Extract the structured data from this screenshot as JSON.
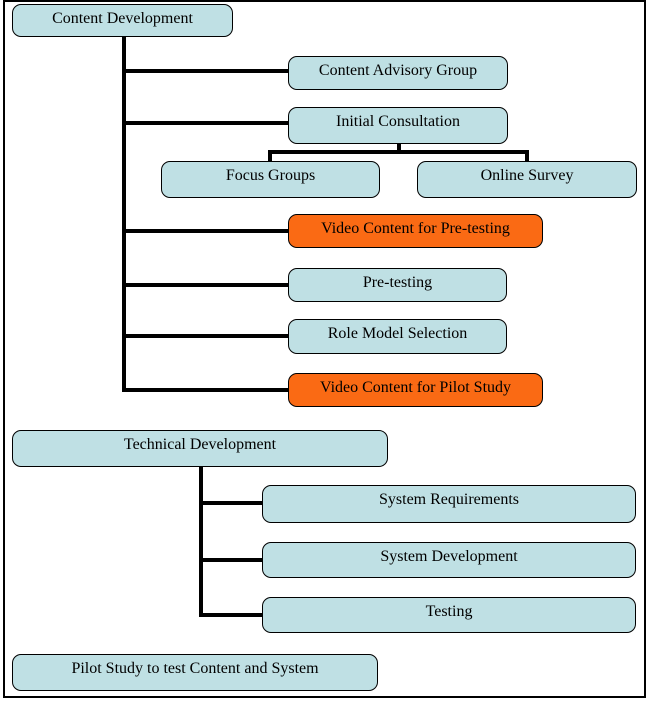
{
  "diagram": {
    "type": "flowchart",
    "background": "#ffffff",
    "colors": {
      "node_fill": "#bfe0e4",
      "highlight_fill": "#fa6a14",
      "node_border": "#000000",
      "connector": "#000000"
    },
    "nodes": [
      {
        "id": "content-development",
        "label": "Content Development",
        "variant": "default"
      },
      {
        "id": "content-advisory-group",
        "label": "Content Advisory Group",
        "variant": "default"
      },
      {
        "id": "initial-consultation",
        "label": "Initial Consultation",
        "variant": "default"
      },
      {
        "id": "focus-groups",
        "label": "Focus Groups",
        "variant": "default"
      },
      {
        "id": "online-survey",
        "label": "Online Survey",
        "variant": "default"
      },
      {
        "id": "video-content-for-pre-testing",
        "label": "Video Content for Pre-testing",
        "variant": "highlight"
      },
      {
        "id": "pre-testing",
        "label": "Pre-testing",
        "variant": "default"
      },
      {
        "id": "role-model-selection",
        "label": "Role Model Selection",
        "variant": "default"
      },
      {
        "id": "video-content-for-pilot-study",
        "label": "Video Content for Pilot Study",
        "variant": "highlight"
      },
      {
        "id": "technical-development",
        "label": "Technical Development",
        "variant": "default"
      },
      {
        "id": "system-requirements",
        "label": "System Requirements",
        "variant": "default"
      },
      {
        "id": "system-development",
        "label": "System Development",
        "variant": "default"
      },
      {
        "id": "testing",
        "label": "Testing",
        "variant": "default"
      },
      {
        "id": "pilot-study",
        "label": "Pilot Study to test Content and System",
        "variant": "default"
      }
    ],
    "edges": [
      {
        "from": "content-development",
        "to": "content-advisory-group"
      },
      {
        "from": "content-development",
        "to": "initial-consultation"
      },
      {
        "from": "initial-consultation",
        "to": "focus-groups"
      },
      {
        "from": "initial-consultation",
        "to": "online-survey"
      },
      {
        "from": "content-development",
        "to": "video-content-for-pre-testing"
      },
      {
        "from": "content-development",
        "to": "pre-testing"
      },
      {
        "from": "content-development",
        "to": "role-model-selection"
      },
      {
        "from": "content-development",
        "to": "video-content-for-pilot-study"
      },
      {
        "from": "technical-development",
        "to": "system-requirements"
      },
      {
        "from": "technical-development",
        "to": "system-development"
      },
      {
        "from": "technical-development",
        "to": "testing"
      }
    ]
  }
}
